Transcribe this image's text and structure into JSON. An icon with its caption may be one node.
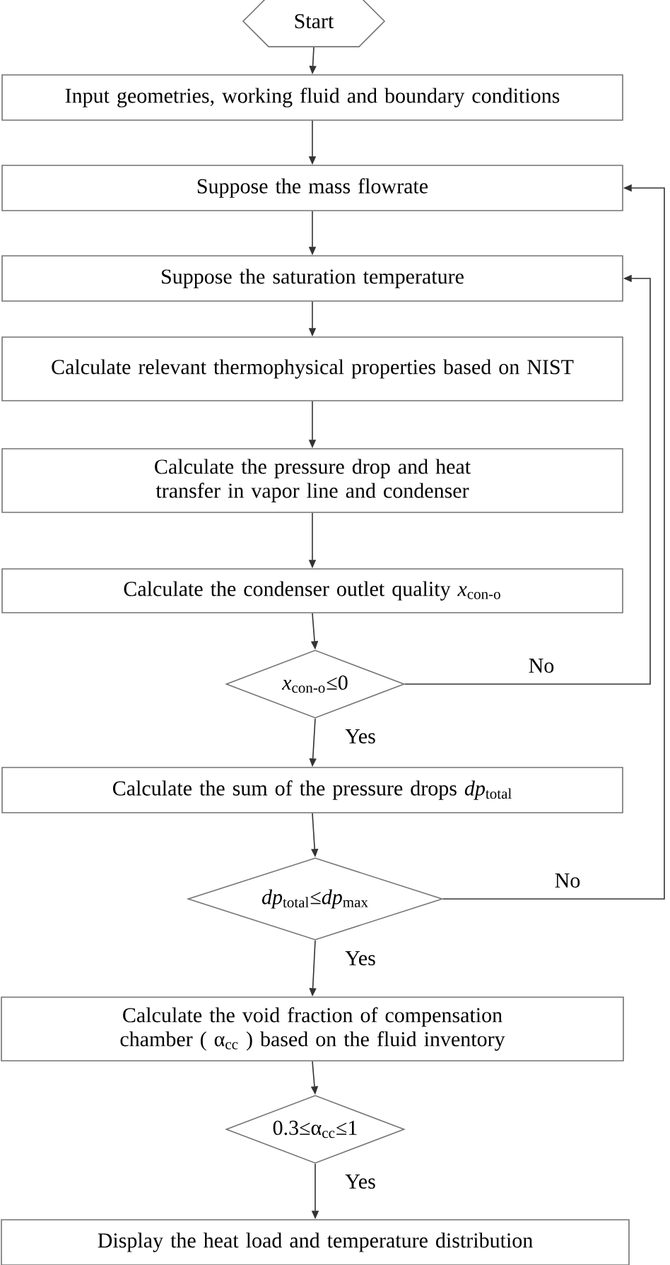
{
  "diagram": {
    "nodes": [
      {
        "text": [
          "Start"
        ]
      },
      {
        "text": [
          "Input geometries, working fluid and boundary conditions"
        ]
      },
      {
        "text": [
          "Suppose the mass flowrate"
        ]
      },
      {
        "text": [
          "Suppose the saturation temperature"
        ]
      },
      {
        "text": [
          "Calculate relevant thermophysical properties based on NIST"
        ]
      },
      {
        "text": [
          "Calculate the pressure drop and heat transfer in vapor line and condenser"
        ]
      },
      {
        "text": [
          "Calculate the condenser outlet quality *x*$_{con-o}$"
        ]
      },
      {
        "text": [
          "*x*$_{con-o}$≤0"
        ]
      },
      {
        "text": [
          "Calculate the sum of the pressure drops *dp*$_{total}$"
        ]
      },
      {
        "text": [
          "*dp*$_{total}$≤*dp*$_{max}$"
        ]
      },
      {
        "text": [
          "Calculate the void fraction of compensation chamber ( α$_{cc}$ ) based on the fluid inventory"
        ]
      },
      {
        "text": [
          "0.3≤α$_{cc}$≤1"
        ]
      },
      {
        "text": [
          "Display the heat load and temperature distribution"
        ]
      }
    ],
    "edges": [
      {
        "from": 0,
        "to": 1,
        "arrow": "to"
      },
      {
        "from": 1,
        "to": 2,
        "arrow": "to"
      },
      {
        "from": 2,
        "to": 3,
        "arrow": "to"
      },
      {
        "from": 3,
        "to": 4,
        "arrow": "to"
      },
      {
        "from": 4,
        "to": 5,
        "arrow": "to"
      },
      {
        "from": 5,
        "to": 6,
        "arrow": "to"
      },
      {
        "from": 6,
        "to": 7,
        "arrow": "to"
      },
      {
        "from": 7,
        "to": 8,
        "label": "Yes",
        "arrow": "to"
      },
      {
        "from": 7,
        "to": 3,
        "label": "No",
        "arrow": "to"
      },
      {
        "from": 8,
        "to": 9,
        "arrow": "to"
      },
      {
        "from": 9,
        "to": 10,
        "label": "Yes",
        "arrow": "to"
      },
      {
        "from": 9,
        "to": 2,
        "label": "No",
        "arrow": "to"
      },
      {
        "from": 10,
        "to": 11,
        "arrow": "to"
      },
      {
        "from": 11,
        "to": 12,
        "label": "Yes",
        "arrow": "to"
      }
    ]
  }
}
